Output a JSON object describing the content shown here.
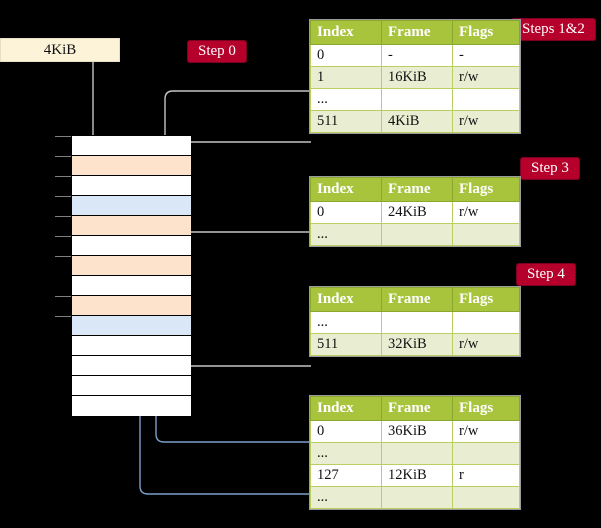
{
  "diagram": {
    "title_absent": true,
    "source_box": {
      "label": "4KiB"
    },
    "step_labels": [
      {
        "name": "step-0",
        "text": "Step 0"
      },
      {
        "name": "steps-1-2",
        "text": "Steps 1&2"
      },
      {
        "name": "step-3",
        "text": "Step 3"
      },
      {
        "name": "step-4",
        "text": "Step 4"
      }
    ],
    "colors": {
      "pill_bg": "#b4002a",
      "pill_text": "#ffffff",
      "table_header_bg": "#a8c43c",
      "table_alt_row_bg": "#e9eed3",
      "table_highlight_bg": "#fdf7a8",
      "source_box_bg": "#fcf3d9",
      "memory_orange": "#fde2cc",
      "memory_blue": "#d9e7f7",
      "memory_white": "#ffffff",
      "wire_gray": "#b0b0b0",
      "wire_blue": "#7b9fc9",
      "background": "#000000"
    },
    "memory_column": {
      "name": "physical-memory-column",
      "rows": [
        {
          "fill": "white"
        },
        {
          "fill": "orange"
        },
        {
          "fill": "white"
        },
        {
          "fill": "blue"
        },
        {
          "fill": "orange"
        },
        {
          "fill": "white"
        },
        {
          "fill": "orange"
        },
        {
          "fill": "white"
        },
        {
          "fill": "orange"
        },
        {
          "fill": "blue"
        },
        {
          "fill": "white"
        },
        {
          "fill": "white"
        },
        {
          "fill": "white"
        },
        {
          "fill": "white"
        }
      ]
    },
    "tables": [
      {
        "name": "page-table-level-0",
        "columns": [
          "Index",
          "Frame",
          "Flags"
        ],
        "rows": [
          {
            "cells": [
              "0",
              "-",
              "-"
            ],
            "alt": false,
            "highlight": false
          },
          {
            "cells": [
              "1",
              "16KiB",
              "r/w"
            ],
            "alt": true,
            "highlight": false
          },
          {
            "cells": [
              "...",
              "",
              ""
            ],
            "alt": false,
            "highlight": false
          },
          {
            "cells": [
              "511",
              "4KiB",
              "r/w"
            ],
            "alt": true,
            "highlight": true
          }
        ]
      },
      {
        "name": "page-table-level-1",
        "columns": [
          "Index",
          "Frame",
          "Flags"
        ],
        "rows": [
          {
            "cells": [
              "0",
              "24KiB",
              "r/w"
            ],
            "alt": false,
            "highlight": false
          },
          {
            "cells": [
              "...",
              "",
              ""
            ],
            "alt": true,
            "highlight": false
          }
        ]
      },
      {
        "name": "page-table-level-2",
        "columns": [
          "Index",
          "Frame",
          "Flags"
        ],
        "rows": [
          {
            "cells": [
              "...",
              "",
              ""
            ],
            "alt": false,
            "highlight": false
          },
          {
            "cells": [
              "511",
              "32KiB",
              "r/w"
            ],
            "alt": true,
            "highlight": false
          }
        ]
      },
      {
        "name": "page-table-level-3",
        "columns": [
          "Index",
          "Frame",
          "Flags"
        ],
        "rows": [
          {
            "cells": [
              "0",
              "36KiB",
              "r/w"
            ],
            "alt": false,
            "highlight": false
          },
          {
            "cells": [
              "...",
              "",
              ""
            ],
            "alt": true,
            "highlight": false
          },
          {
            "cells": [
              "127",
              "12KiB",
              "r"
            ],
            "alt": false,
            "highlight": false
          },
          {
            "cells": [
              "...",
              "",
              ""
            ],
            "alt": true,
            "highlight": false
          }
        ]
      }
    ]
  }
}
